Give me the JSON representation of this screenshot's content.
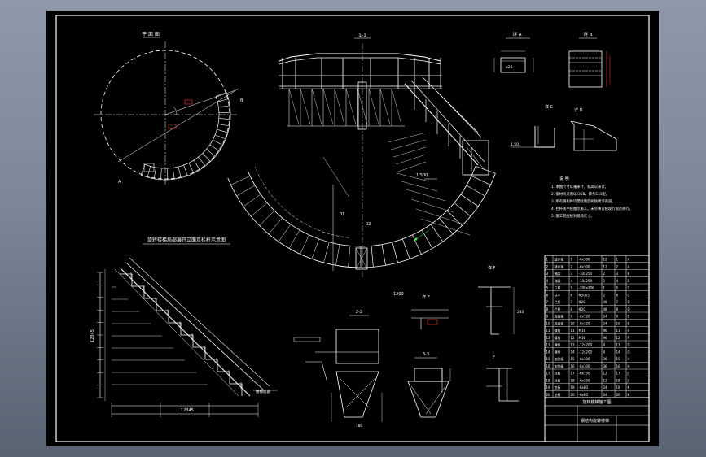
{
  "drawing": {
    "plan_title": "平 面 图",
    "stair_title": "1-1",
    "elevation_title": "旋转楼梯局部展开立面及栏杆示意图",
    "section_2_title": "2-2",
    "section_3_title": "3-3",
    "detail_a_title": "详 A",
    "detail_b_title": "详 B",
    "detail_c_title": "详 C",
    "detail_d_title": "详 D",
    "detail_e_title": "详 E",
    "detail_f_title": "详 F",
    "notes_title": "说 明",
    "notes": [
      "1. 本图尺寸以毫米计，标高以米计。",
      "2. 钢材均采用Q235B，焊条E43型。",
      "3. 所有钢构件均需除锈后刷防锈漆两道。",
      "4. 栏杆扶手按图示施工，未尽事宜按现行规范执行。",
      "5. 施工前应核对现场尺寸。"
    ],
    "dim_total_width": "12345",
    "dim_total_height": "12345",
    "bottom_label": "楼梯底部",
    "title_block_caption": "旋转楼梯施工图",
    "title_block_name": "钢结构旋转楼梯"
  },
  "table": {
    "rows": [
      [
        "1",
        "踏步板",
        "1",
        "-6x300",
        "12",
        "1",
        "A"
      ],
      [
        "2",
        "踏步板",
        "2",
        "-6x300",
        "12",
        "2",
        "A"
      ],
      [
        "3",
        "梯梁",
        "3",
        "-10x250",
        "2",
        "3",
        "B"
      ],
      [
        "4",
        "梯梁",
        "4",
        "-10x250",
        "2",
        "4",
        "B"
      ],
      [
        "5",
        "立柱",
        "5",
        "-200x200",
        "1",
        "5",
        "C"
      ],
      [
        "6",
        "扶手",
        "6",
        "Φ50x3",
        "2",
        "6",
        "C"
      ],
      [
        "7",
        "栏杆",
        "7",
        "Φ20",
        "48",
        "7",
        "D"
      ],
      [
        "8",
        "栏杆",
        "8",
        "Φ20",
        "48",
        "8",
        "D"
      ],
      [
        "9",
        "连接板",
        "9",
        "-8x120",
        "24",
        "9",
        "E"
      ],
      [
        "10",
        "连接板",
        "10",
        "-8x120",
        "24",
        "10",
        "E"
      ],
      [
        "11",
        "螺栓",
        "11",
        "M16",
        "96",
        "11",
        "F"
      ],
      [
        "12",
        "螺栓",
        "12",
        "M16",
        "96",
        "12",
        "F"
      ],
      [
        "13",
        "埋件",
        "13",
        "-12x200",
        "4",
        "13",
        "G"
      ],
      [
        "14",
        "埋件",
        "14",
        "-12x200",
        "4",
        "14",
        "G"
      ],
      [
        "15",
        "加劲板",
        "15",
        "-8x100",
        "36",
        "15",
        "H"
      ],
      [
        "16",
        "加劲板",
        "16",
        "-8x100",
        "36",
        "16",
        "H"
      ],
      [
        "17",
        "封板",
        "17",
        "-6x150",
        "12",
        "17",
        "J"
      ],
      [
        "18",
        "封板",
        "18",
        "-6x150",
        "12",
        "18",
        "J"
      ],
      [
        "19",
        "垫板",
        "19",
        "-6x80",
        "24",
        "19",
        "K"
      ],
      [
        "20",
        "垫板",
        "20",
        "-6x80",
        "24",
        "20",
        "K"
      ]
    ]
  }
}
